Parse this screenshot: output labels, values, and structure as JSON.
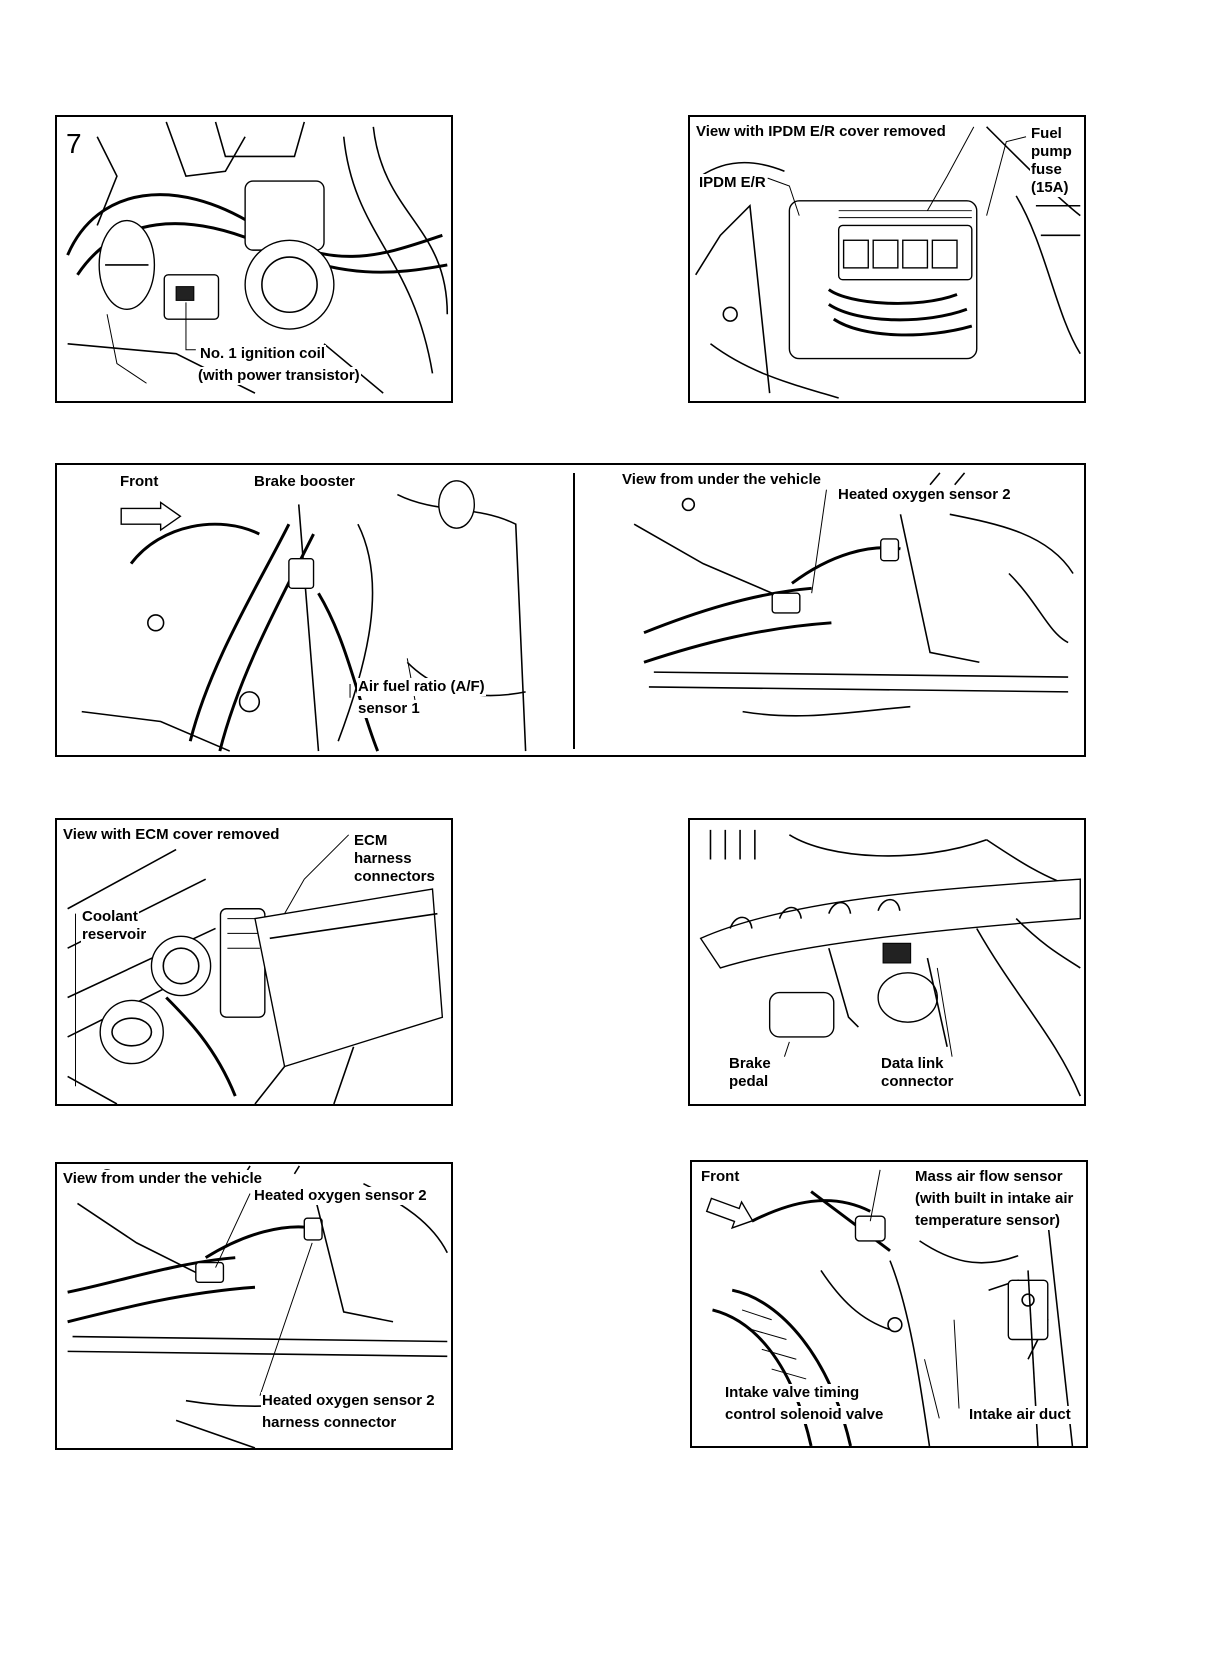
{
  "panels": {
    "p1": {
      "corner_mark": "7",
      "label_1": "No. 1 ignition coil",
      "label_2": "(with power transistor)"
    },
    "p2": {
      "view_caption": "View with IPDM E/R cover removed",
      "ipdm_label": "IPDM E/R",
      "fuse_label_1": "Fuel",
      "fuse_label_2": "pump",
      "fuse_label_3": "fuse",
      "fuse_label_4": "(15A)"
    },
    "p3": {
      "left": {
        "front_label": "Front",
        "booster_label": "Brake booster",
        "af_sensor_1": "Air fuel ratio (A/F)",
        "af_sensor_2": "sensor 1"
      },
      "right": {
        "view_caption": "View from under the vehicle",
        "sensor_label": "Heated oxygen sensor 2"
      }
    },
    "p4": {
      "view_caption": "View with ECM cover removed",
      "ecm_1": "ECM",
      "ecm_2": "harness",
      "ecm_3": "connectors",
      "coolant_1": "Coolant",
      "coolant_2": "reservoir"
    },
    "p5": {
      "brake_1": "Brake",
      "brake_2": "pedal",
      "dlc_1": "Data link",
      "dlc_2": "connector"
    },
    "p6": {
      "view_caption": "View from under the vehicle",
      "sensor_label": "Heated oxygen sensor 2",
      "harness_1": "Heated oxygen sensor 2",
      "harness_2": "harness connector"
    },
    "p7": {
      "front_label": "Front",
      "maf_1": "Mass air flow sensor",
      "maf_2": "(with built in intake air",
      "maf_3": "temperature sensor)",
      "ivt_1": "Intake valve timing",
      "ivt_2": "control solenoid valve",
      "duct_label": "Intake air duct"
    }
  }
}
